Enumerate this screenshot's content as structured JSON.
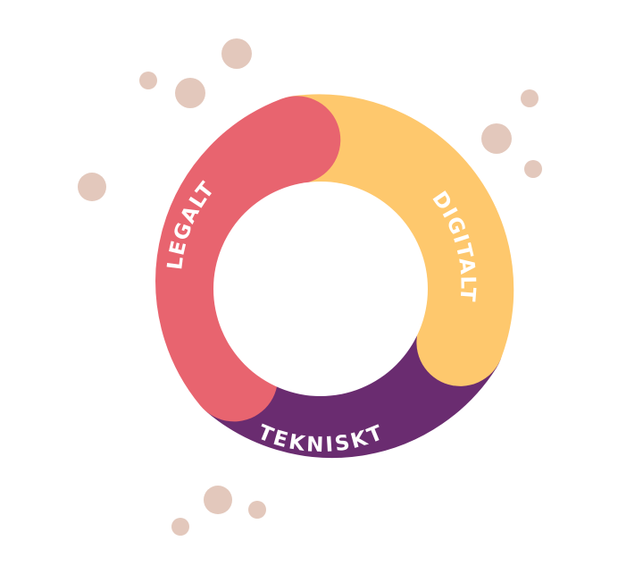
{
  "diagram": {
    "segments": [
      {
        "key": "legal",
        "label": "LEGALT",
        "color": "#E8646F"
      },
      {
        "key": "digital",
        "label": "DIGITALT",
        "color": "#FEC86D"
      },
      {
        "key": "technical",
        "label": "TEKNISKT",
        "color": "#6A2C70"
      }
    ],
    "decor_color": "#E3C8BC",
    "center_color": "#FFFFFF"
  }
}
